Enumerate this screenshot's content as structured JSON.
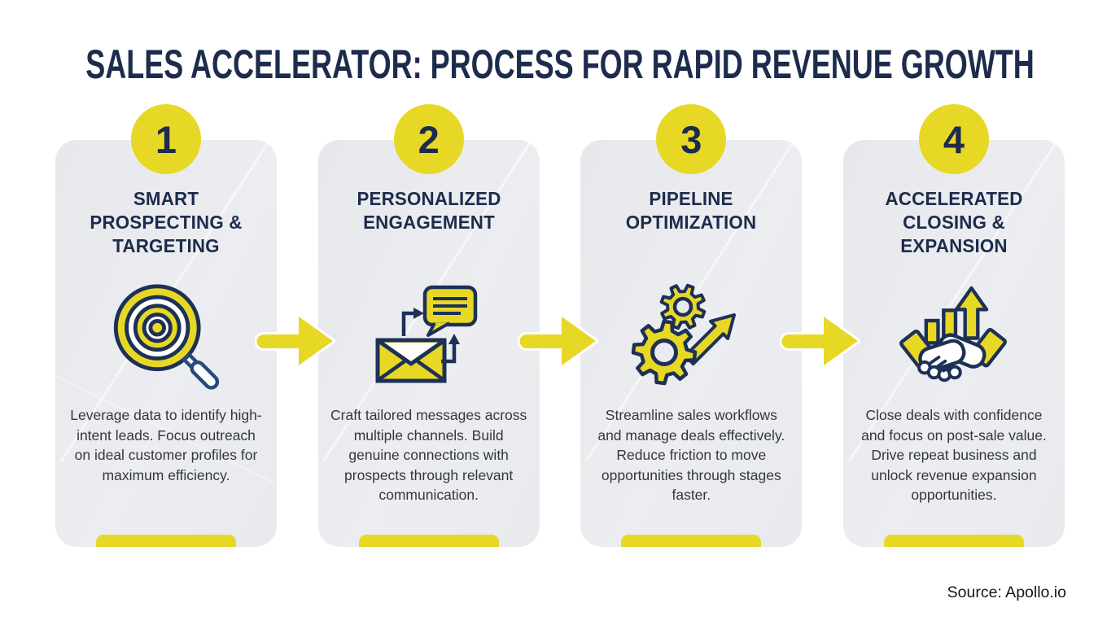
{
  "page": {
    "title": "SALES ACCELERATOR: PROCESS FOR RAPID REVENUE GROWTH",
    "source": "Source: Apollo.io"
  },
  "colors": {
    "yellow": "#e8d826",
    "navy": "#1d2b4c",
    "icon_stroke": "#1d3157",
    "card_bg": "#eaebee",
    "body_text": "#33373d"
  },
  "steps": [
    {
      "number": "1",
      "title": "SMART PROSPECTING & TARGETING",
      "description": "Leverage data to identify high-intent leads. Focus outreach on ideal customer profiles for maximum efficiency.",
      "icon": "target-magnifier-icon"
    },
    {
      "number": "2",
      "title": "PERSONALIZED ENGAGEMENT",
      "description": "Craft tailored messages across multiple channels. Build genuine connections with prospects through relevant communication.",
      "icon": "envelope-message-icon"
    },
    {
      "number": "3",
      "title": "PIPELINE OPTIMIZATION",
      "description": "Streamline sales workflows and manage deals effectively. Reduce friction to move opportunities through stages faster.",
      "icon": "gears-growth-arrow-icon"
    },
    {
      "number": "4",
      "title": "ACCELERATED CLOSING & EXPANSION",
      "description": "Close deals with confidence and focus on post-sale value. Drive repeat business and unlock revenue expansion opportunities.",
      "icon": "handshake-growth-icon"
    }
  ]
}
